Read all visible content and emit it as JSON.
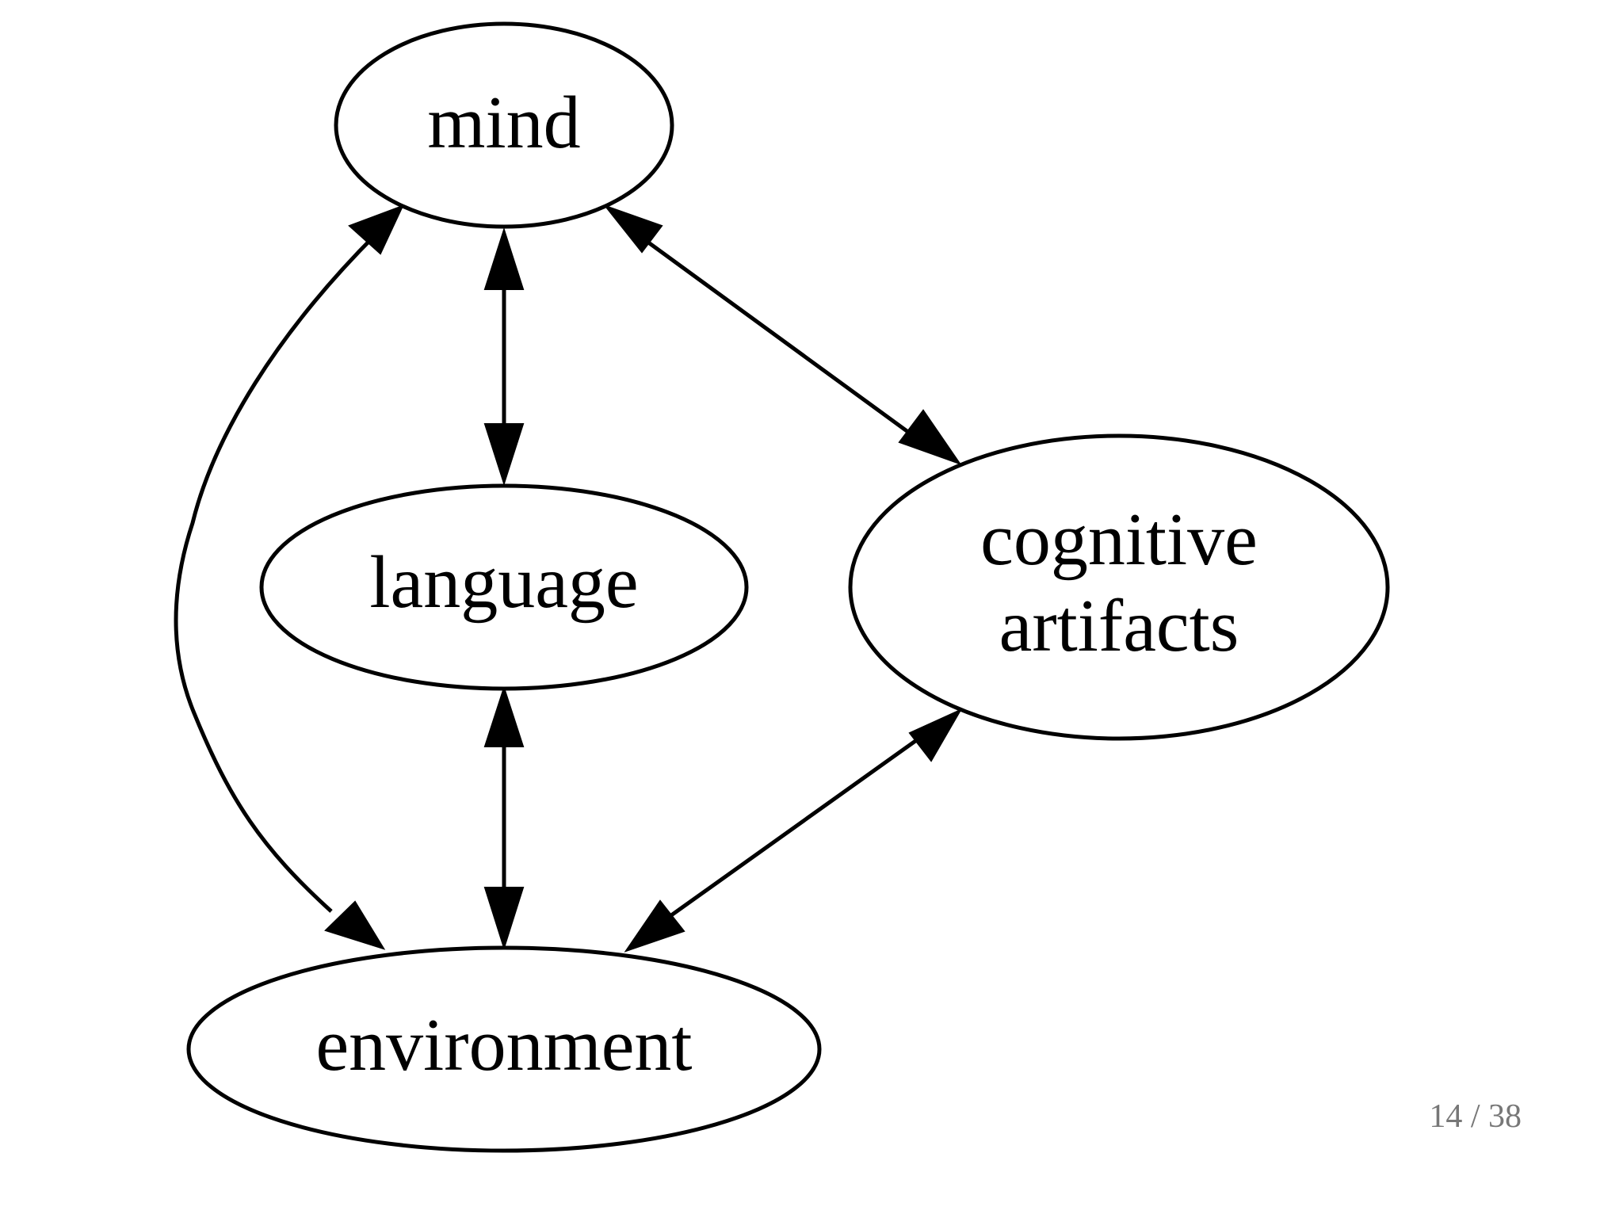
{
  "diagram": {
    "nodes": [
      {
        "id": "mind",
        "label": [
          "mind"
        ]
      },
      {
        "id": "language",
        "label": [
          "language"
        ]
      },
      {
        "id": "cognitive-artifacts",
        "label": [
          "cognitive",
          "artifacts"
        ]
      },
      {
        "id": "environment",
        "label": [
          "environment"
        ]
      }
    ],
    "edges": [
      {
        "from": "mind",
        "to": "language",
        "direction": "both"
      },
      {
        "from": "mind",
        "to": "cognitive-artifacts",
        "direction": "both"
      },
      {
        "from": "mind",
        "to": "environment",
        "direction": "both"
      },
      {
        "from": "language",
        "to": "environment",
        "direction": "both"
      },
      {
        "from": "cognitive-artifacts",
        "to": "environment",
        "direction": "both"
      }
    ],
    "colors": {
      "stroke": "#000000",
      "background": "#ffffff",
      "page_counter": "#777777"
    }
  },
  "page_counter": {
    "current": "14",
    "separator": "/",
    "total": "38"
  }
}
